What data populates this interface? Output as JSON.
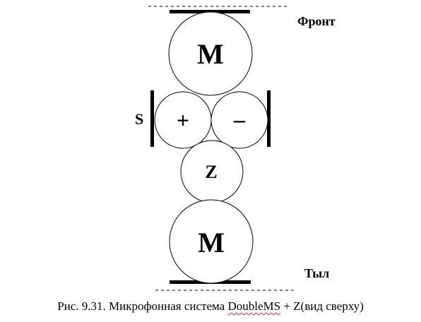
{
  "labels": {
    "front": "Фронт",
    "rear": "Тыл",
    "side": "S",
    "mic_top": "M",
    "mic_plus": "+",
    "mic_minus": "–",
    "mic_z": "Z",
    "mic_bottom": "M"
  },
  "caption": {
    "prefix": "Рис. 9.31. Микрофонная система ",
    "product": "DoubleMS",
    "suffix": " + Z(вид сверху)"
  }
}
